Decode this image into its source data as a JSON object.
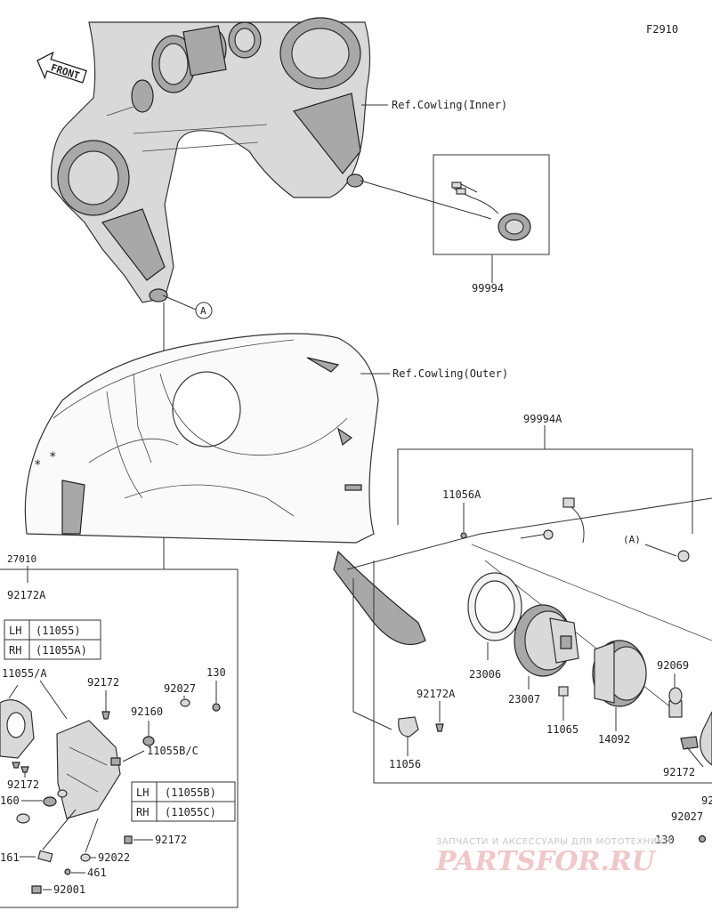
{
  "figure_code": "F2910",
  "front_label": "FRONT",
  "refs": {
    "inner": "Ref.Cowling(Inner)",
    "outer": "Ref.Cowling(Outer)"
  },
  "callout": "A",
  "callout2": "(A)",
  "parts": {
    "p99994": "99994",
    "p99994A": "99994A",
    "p92172A_top": "92172A",
    "p27010": "27010",
    "p11056A": "11056A",
    "p23006": "23006",
    "p23007": "23007",
    "p11065": "11065",
    "p14092": "14092",
    "p92069": "92069",
    "p92172_right": "92172",
    "p92172A_mid": "92172A",
    "p11056": "11056",
    "p92027_right": "92027",
    "p130_right": "130",
    "p1105A": "11055/A",
    "p92172_a": "92172",
    "p92027_left": "92027",
    "p130_left": "130",
    "p92160_a": "92160",
    "p11055BC": "11055B/C",
    "p92172_b": "92172",
    "p160": "160",
    "p161": "161",
    "p92172_c": "92172",
    "p92022": "92022",
    "p461": "461",
    "p92001": "92001",
    "p92_cut": "92"
  },
  "table_a": {
    "rows": [
      {
        "side": "LH",
        "part": "(11055)"
      },
      {
        "side": "RH",
        "part": "(11055A)"
      }
    ]
  },
  "table_b": {
    "rows": [
      {
        "side": "LH",
        "part": "(11055B)"
      },
      {
        "side": "RH",
        "part": "(11055C)"
      }
    ]
  },
  "watermark": {
    "top": "ЗАПЧАСТИ И АКСЕССУАРЫ ДЛЯ МОТОТЕХНИКИ",
    "logo": "PARTSFOR.RU"
  }
}
